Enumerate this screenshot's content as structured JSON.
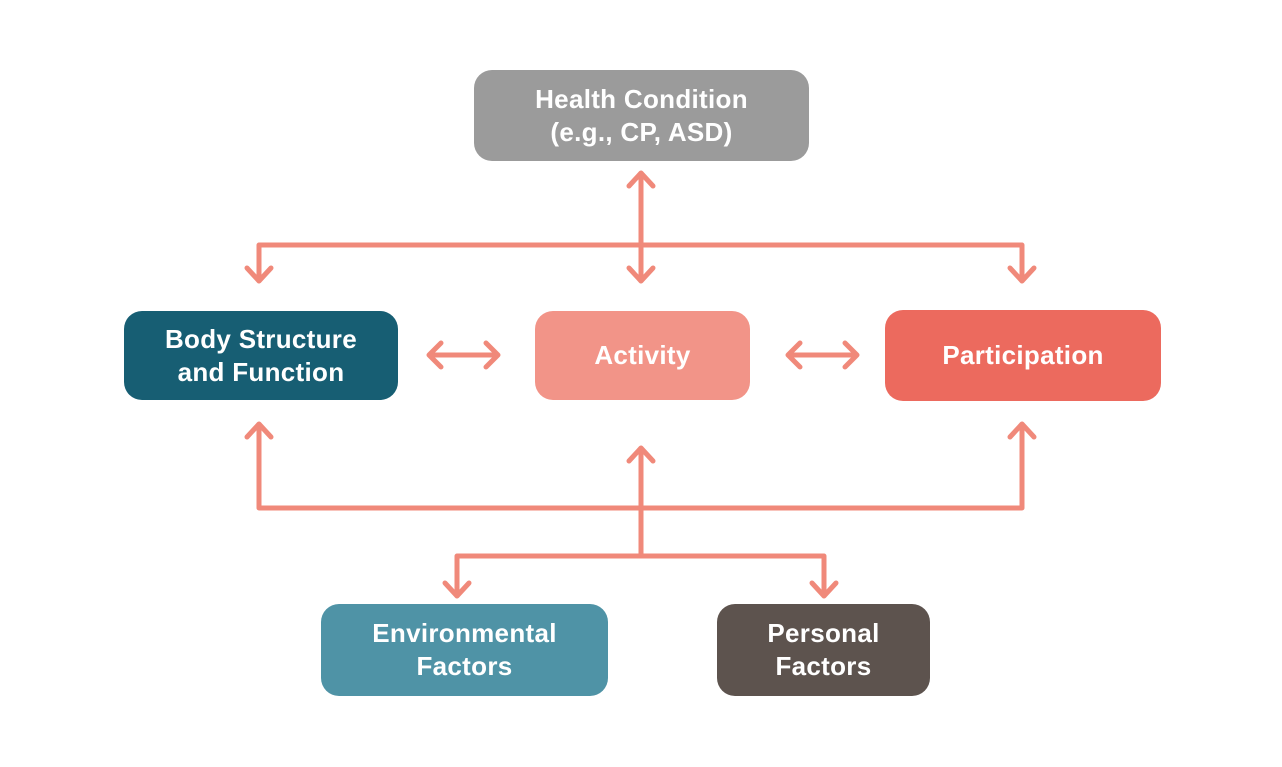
{
  "diagram": {
    "description": "ICF framework flow diagram linking health condition, functioning domains and contextual factors",
    "arrow_color": "#F0897A",
    "text_color": "#FFFFFF",
    "background_color": "#FFFFFF",
    "nodes": {
      "health": {
        "label": "Health Condition\n(e.g., CP, ASD)",
        "color": "#9B9B9B"
      },
      "body": {
        "label": "Body Structure\nand Function",
        "color": "#175E73"
      },
      "activity": {
        "label": "Activity",
        "color": "#F29488"
      },
      "participation": {
        "label": "Participation",
        "color": "#EC6A5E"
      },
      "environmental": {
        "label": "Environmental\nFactors",
        "color": "#4F93A6"
      },
      "personal": {
        "label": "Personal\nFactors",
        "color": "#5D534E"
      }
    },
    "edges": [
      {
        "from": "health",
        "to": "body",
        "arrow": "one-way down"
      },
      {
        "from": "health",
        "to": "activity",
        "arrow": "two-way vertical"
      },
      {
        "from": "health",
        "to": "participation",
        "arrow": "one-way down"
      },
      {
        "from": "body",
        "to": "activity",
        "arrow": "two-way horizontal"
      },
      {
        "from": "activity",
        "to": "participation",
        "arrow": "two-way horizontal"
      },
      {
        "from": "contextual-factors-junction",
        "to": "body",
        "arrow": "one-way up"
      },
      {
        "from": "contextual-factors-junction",
        "to": "activity",
        "arrow": "one-way up"
      },
      {
        "from": "contextual-factors-junction",
        "to": "participation",
        "arrow": "one-way up"
      },
      {
        "from": "contextual-factors-junction",
        "to": "environmental",
        "arrow": "one-way down"
      },
      {
        "from": "contextual-factors-junction",
        "to": "personal",
        "arrow": "one-way down"
      }
    ]
  }
}
